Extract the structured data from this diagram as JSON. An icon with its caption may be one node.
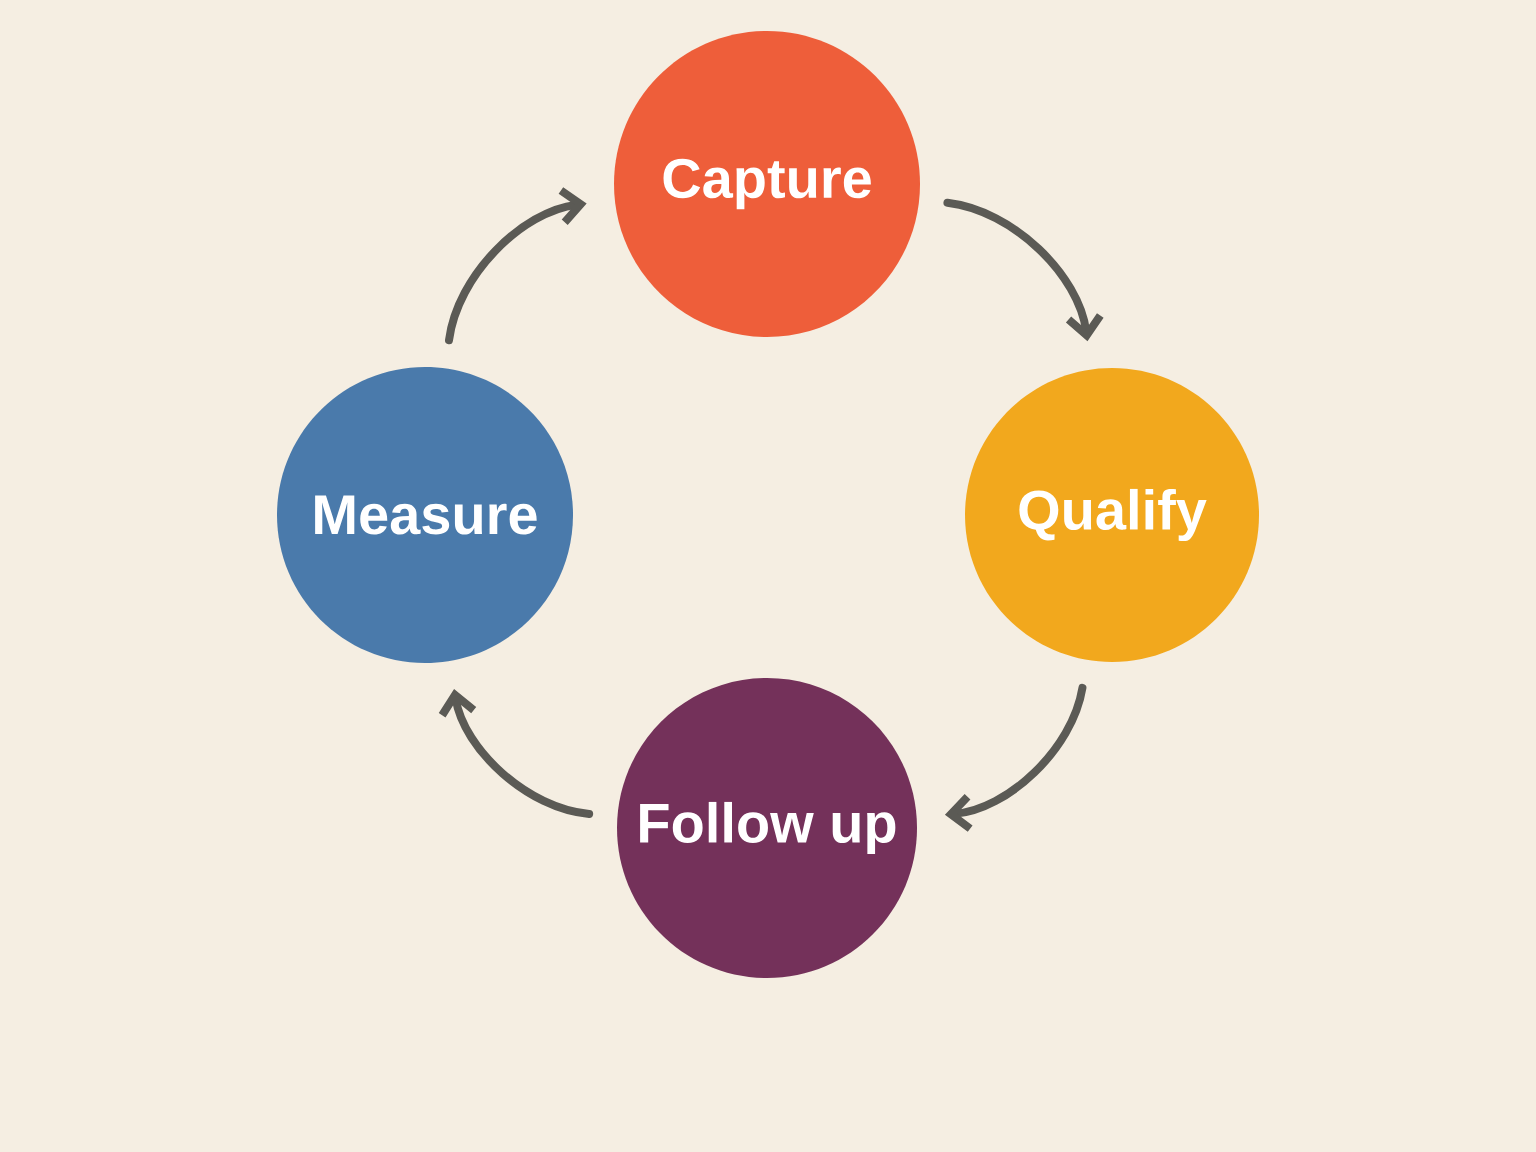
{
  "diagram": {
    "nodes": [
      {
        "text": [
          "Capture"
        ]
      },
      {
        "text": [
          "Qualify"
        ]
      },
      {
        "text": [
          "Follow up"
        ]
      },
      {
        "text": [
          "Measure"
        ]
      }
    ],
    "edges": [
      {
        "from": 0,
        "to": 1,
        "arrow": "to"
      },
      {
        "from": 1,
        "to": 2,
        "arrow": "to"
      },
      {
        "from": 2,
        "to": 3,
        "arrow": "to"
      },
      {
        "from": 3,
        "to": 0,
        "arrow": "to"
      }
    ]
  }
}
